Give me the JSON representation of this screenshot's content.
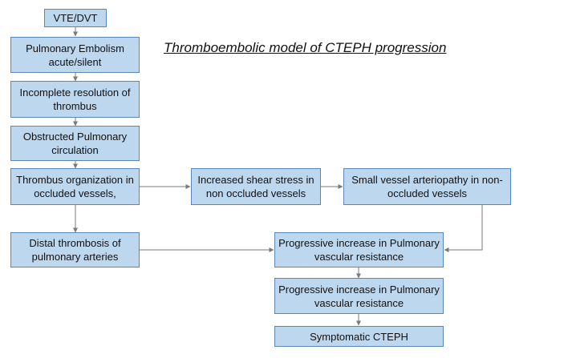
{
  "title": "Thromboembolic model of CTEPH progression",
  "colors": {
    "box_fill": "#bdd7ee",
    "box_border": "#5b87b8",
    "connector": "#7a7a7a"
  },
  "nodes": {
    "vte_dvt": "VTE/DVT",
    "pulmonary_embolism": "Pulmonary Embolism acute/silent",
    "incomplete_resolution": "Incomplete resolution of thrombus",
    "obstructed_circulation": "Obstructed Pulmonary circulation",
    "thrombus_organization": "Thrombus organization in occluded vessels,",
    "shear_stress": "Increased shear stress in non occluded vessels",
    "arteriopathy": "Small vessel arteriopathy in non-occluded vessels",
    "distal_thrombosis": "Distal thrombosis of pulmonary arteries",
    "pvr_increase_1": "Progressive increase in Pulmonary vascular resistance",
    "pvr_increase_2": "Progressive increase in Pulmonary vascular resistance",
    "symptomatic": "Symptomatic CTEPH"
  }
}
